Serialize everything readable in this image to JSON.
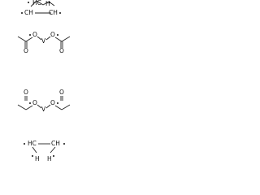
{
  "structure": {
    "cp_top": {
      "hc": "HC",
      "h": "H",
      "ch_left": "CH",
      "ch_right": "CH"
    },
    "acetate_1": {
      "o1": "O",
      "o2": "O",
      "v": "V",
      "o3": "O",
      "o4": "O"
    },
    "acetate_2": {
      "o1": "O",
      "o2": "O",
      "v": "V",
      "o3": "O",
      "o4": "O"
    },
    "cp_bottom": {
      "hc_left": "HC",
      "ch_right": "CH",
      "h_left": "H",
      "h_right": "H"
    }
  }
}
